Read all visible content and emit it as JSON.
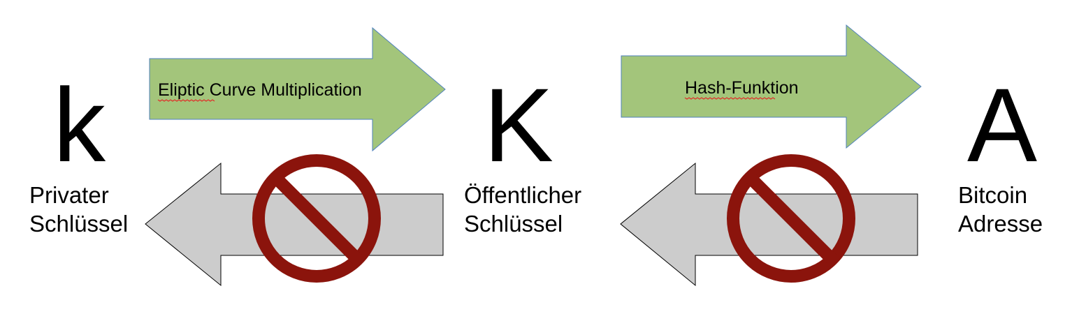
{
  "nodes": [
    {
      "symbol": "k",
      "label_line1": "Privater",
      "label_line2": "Schlüssel"
    },
    {
      "symbol": "K",
      "label_line1": "Öffentlicher",
      "label_line2": "Schlüssel"
    },
    {
      "symbol": "A",
      "label_line1": "Bitcoin",
      "label_line2": "Adresse"
    }
  ],
  "forward_arrows": [
    {
      "label": "Eliptic Curve Multiplication"
    },
    {
      "label": "Hash-Funktion"
    }
  ],
  "colors": {
    "forward_arrow_fill": "#a3c57b",
    "forward_arrow_stroke": "#4f81bd",
    "backward_arrow_fill": "#cccccc",
    "backward_arrow_stroke": "#000000",
    "prohibition_sign": "#8b140c"
  }
}
